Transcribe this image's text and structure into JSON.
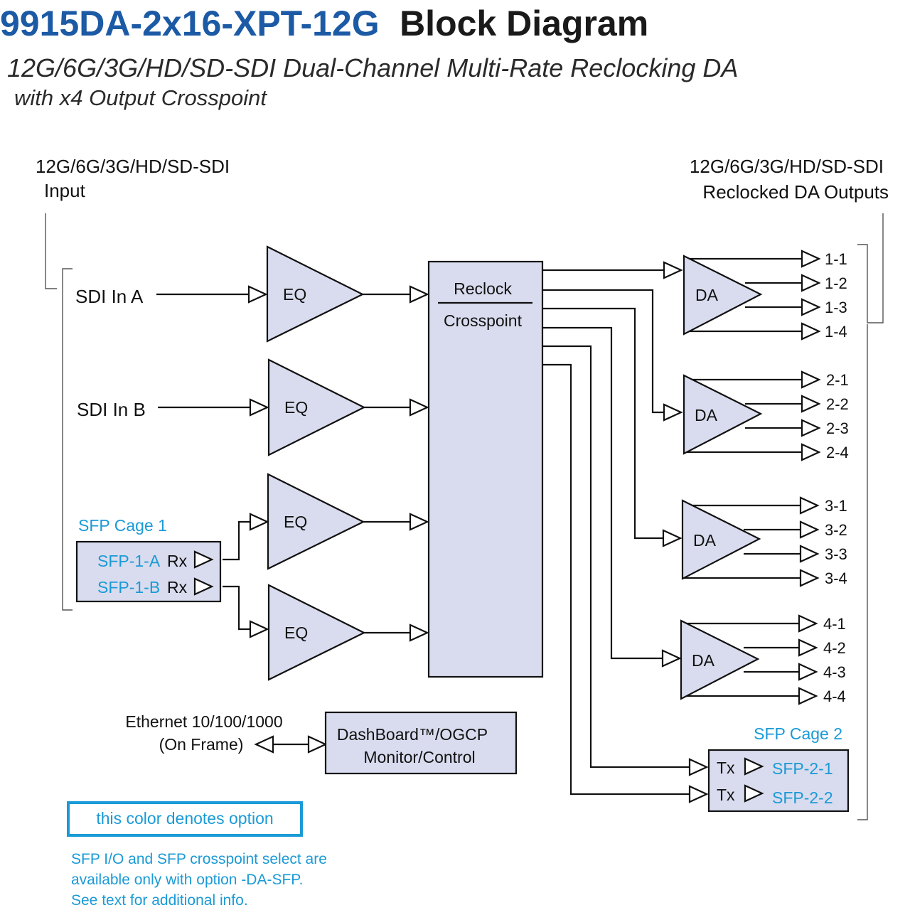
{
  "colors": {
    "title_blue": "#1c5aa5",
    "option_blue": "#1a9ad6",
    "block_fill": "#d9dcee",
    "line": "#111111"
  },
  "title": {
    "model": "9915DA-2x16-XPT-12G",
    "rest": "Block Diagram"
  },
  "subtitle": {
    "line1": "12G/6G/3G/HD/SD-SDI Dual-Channel Multi-Rate Reclocking DA",
    "line2": "with x4 Output Crosspoint"
  },
  "input_header": {
    "line1": "12G/6G/3G/HD/SD-SDI",
    "line2": "Input"
  },
  "output_header": {
    "line1": "12G/6G/3G/HD/SD-SDI",
    "line2": "Reclocked DA Outputs"
  },
  "inputs": {
    "sdi_a": "SDI In A",
    "sdi_b": "SDI In B"
  },
  "sfp_cage1": {
    "title": "SFP Cage 1",
    "ports": [
      {
        "name": "SFP-1-A",
        "dir": "Rx"
      },
      {
        "name": "SFP-1-B",
        "dir": "Rx"
      }
    ]
  },
  "eq_label": "EQ",
  "crosspoint": {
    "top": "Reclock",
    "bottom": "Crosspoint"
  },
  "da_label": "DA",
  "da_groups": [
    {
      "outputs": [
        "1-1",
        "1-2",
        "1-3",
        "1-4"
      ]
    },
    {
      "outputs": [
        "2-1",
        "2-2",
        "2-3",
        "2-4"
      ]
    },
    {
      "outputs": [
        "3-1",
        "3-2",
        "3-3",
        "3-4"
      ]
    },
    {
      "outputs": [
        "4-1",
        "4-2",
        "4-3",
        "4-4"
      ]
    }
  ],
  "sfp_cage2": {
    "title": "SFP Cage 2",
    "ports": [
      {
        "name": "SFP-2-1",
        "dir": "Tx"
      },
      {
        "name": "SFP-2-2",
        "dir": "Tx"
      }
    ]
  },
  "ethernet": {
    "line1": "Ethernet 10/100/1000",
    "line2": "(On Frame)"
  },
  "dashboard": {
    "line1": "DashBoard™/OGCP",
    "line2": "Monitor/Control"
  },
  "legend": {
    "text": "this color denotes option"
  },
  "note": {
    "lines": [
      "SFP I/O and SFP crosspoint select are",
      "available only with option -DA-SFP.",
      "See text for additional info."
    ]
  }
}
